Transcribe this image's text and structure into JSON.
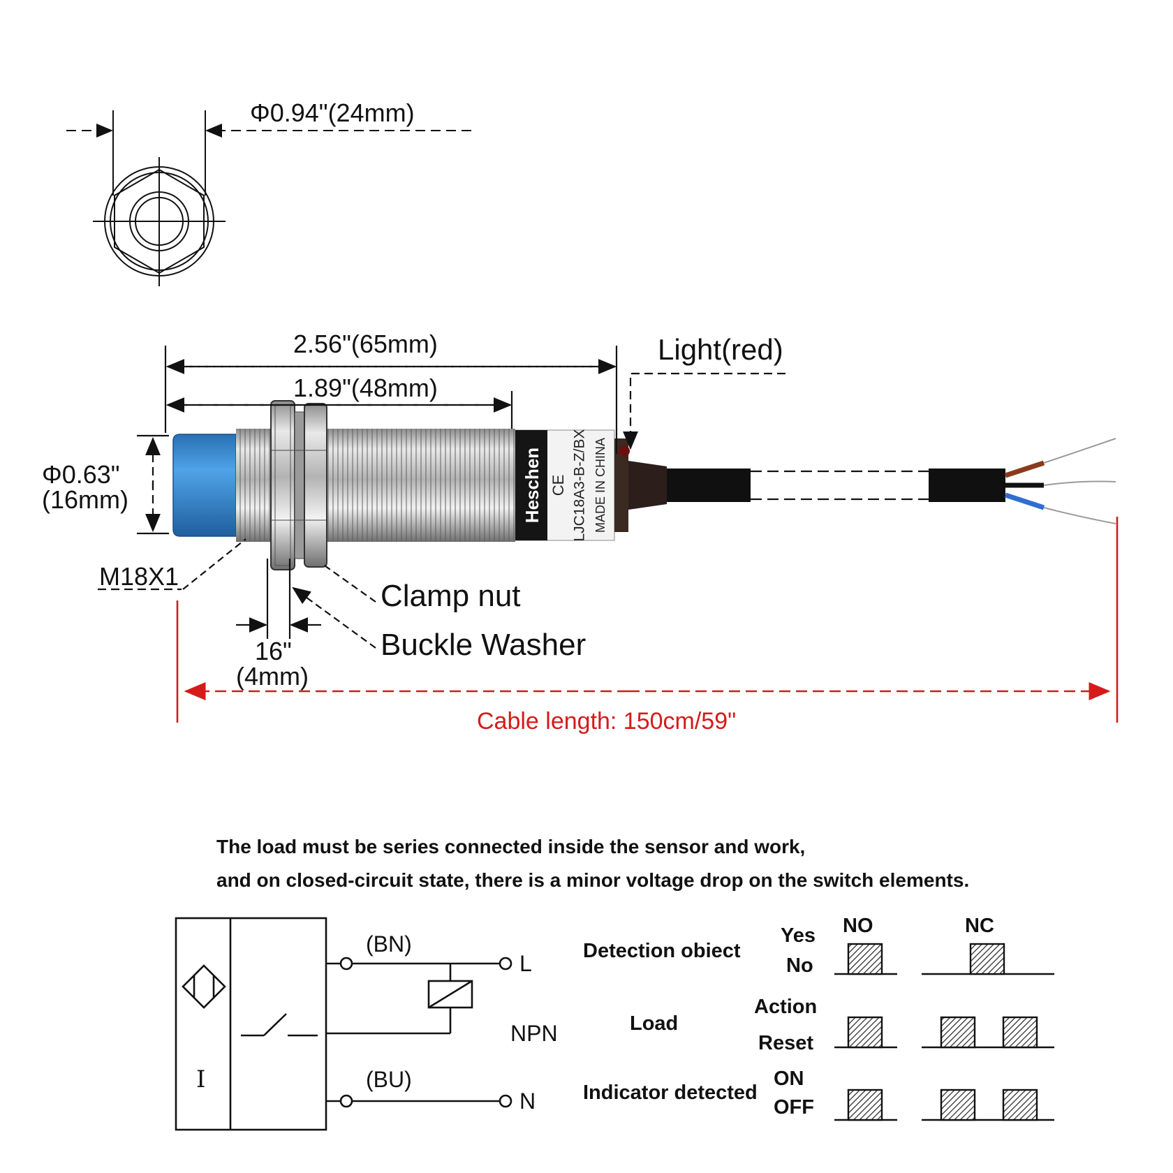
{
  "top_view": {
    "diameter_label": "Φ0.94\"(24mm)"
  },
  "side_view": {
    "total_length_label": "2.56\"(65mm)",
    "thread_length_label": "1.89\"(48mm)",
    "light_label": "Light(red)",
    "head_diameter_label": "Φ0.63\"",
    "head_diameter_mm_label": "(16mm)",
    "thread_label": "M18X1",
    "nut_thickness_label": "16\"",
    "nut_thickness_mm_label": "(4mm)",
    "clamp_nut_label": "Clamp nut",
    "buckle_washer_label": "Buckle Washer",
    "cable_length_label": "Cable length: 150cm/59\"",
    "body_brand_text": "Heschen",
    "body_model_text": "LJC18A3-B-Z/BX",
    "body_origin_text": "MADE IN CHINA",
    "body_mark_text": "CE"
  },
  "note": {
    "line1": "The load must be series connected inside the sensor and work,",
    "line2": "and on closed-circuit state, there is a minor voltage drop on the switch elements."
  },
  "circuit": {
    "bn_label": "(BN)",
    "bu_label": "(BU)",
    "l_label": "L",
    "n_label": "N",
    "npn_label": "NPN",
    "current_symbol": "I"
  },
  "timing_table": {
    "no_header": "NO",
    "nc_header": "NC",
    "rows": [
      {
        "name": "Detection obiect",
        "high_state": "Yes",
        "low_state": "No"
      },
      {
        "name": "Load",
        "high_state": "Action",
        "low_state": "Reset"
      },
      {
        "name": "Indicator detected",
        "high_state": "ON",
        "low_state": "OFF"
      }
    ]
  },
  "colors": {
    "sensor_head": "#3d8fd6",
    "cable_dimension": "#d61a1a",
    "wire_brown": "#8a3b1a",
    "wire_blue": "#2f6fd0",
    "line": "#111111"
  }
}
